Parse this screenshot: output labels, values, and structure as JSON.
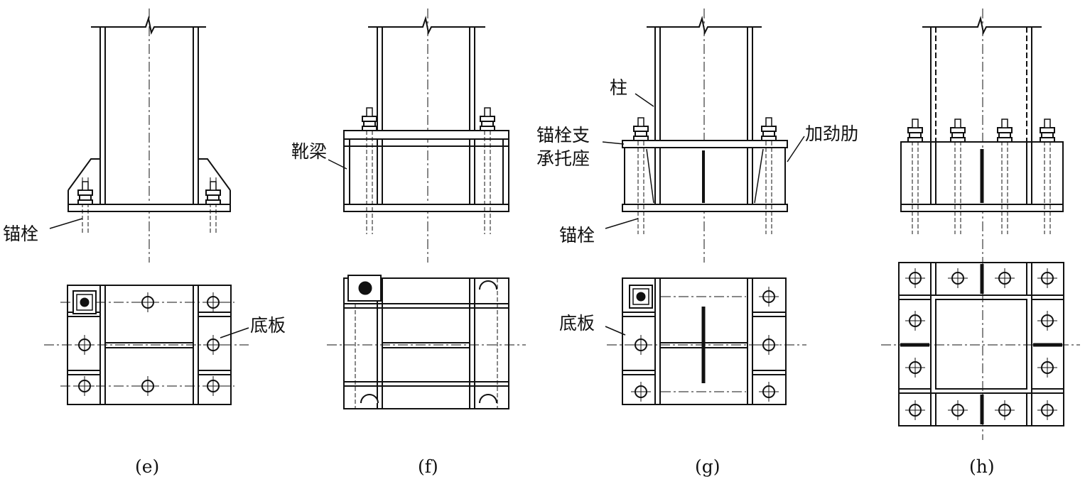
{
  "figure": {
    "labels": {
      "anchor_bolt": "锚栓",
      "base_plate": "底板",
      "boot_beam": "靴梁",
      "column": "柱",
      "bolt_support_line1": "锚栓支",
      "bolt_support_line2": "承托座",
      "stiffener": "加劲肋"
    },
    "captions": {
      "e": "(e)",
      "f": "(f)",
      "g": "(g)",
      "h": "(h)"
    }
  }
}
